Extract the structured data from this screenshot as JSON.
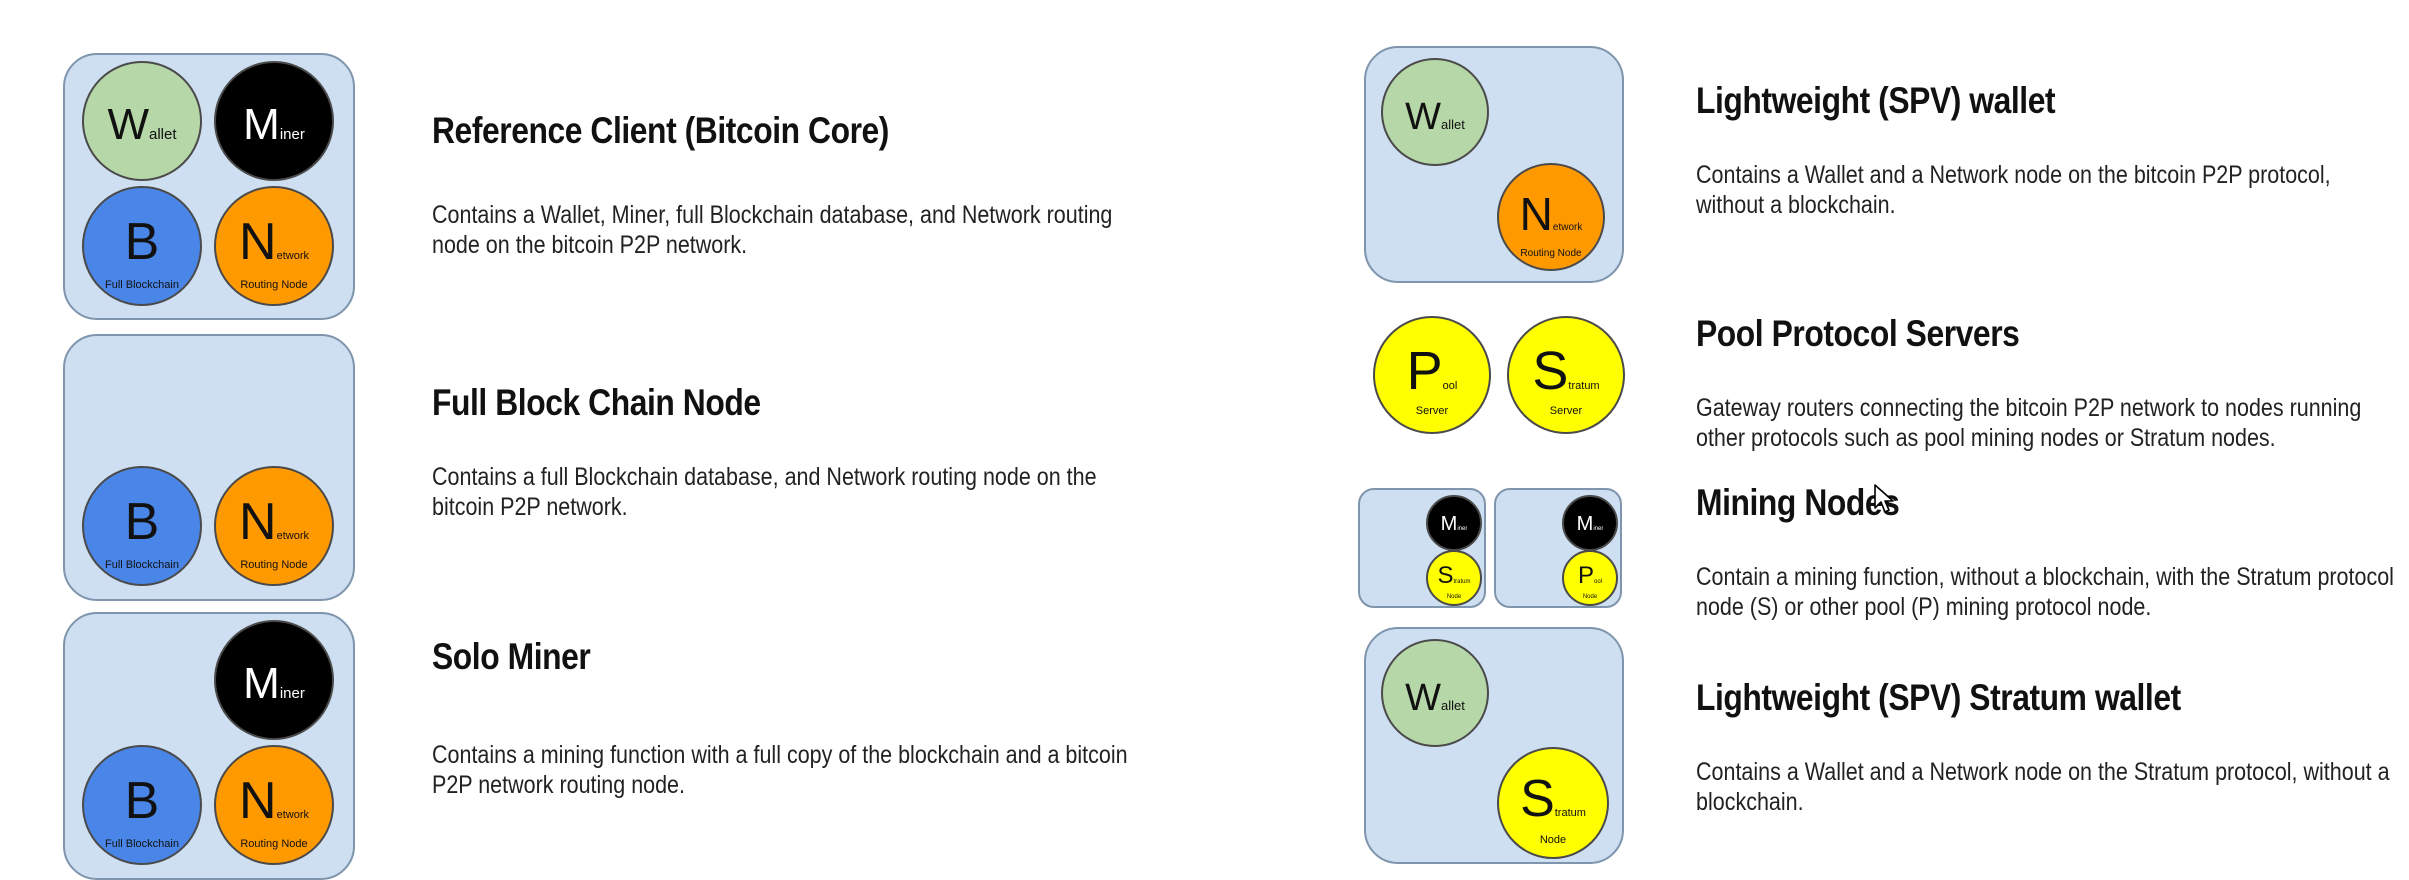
{
  "circles": {
    "wallet_letter": "W",
    "wallet_sub": "allet",
    "miner_letter": "M",
    "miner_sub": "iner",
    "block_letter": "B",
    "block_caption": "Full Blockchain",
    "network_letter": "N",
    "network_sub": "etwork",
    "network_caption": "Routing Node",
    "pool_letter": "P",
    "pool_sub": "ool",
    "pool_caption": "Server",
    "stratum_letter": "S",
    "stratum_sub": "tratum",
    "stratum_server_caption": "Server",
    "stratum_node_caption": "Node",
    "mining_m_sub": "iner",
    "mining_s_sub": "tratum",
    "mining_p_sub": "ool",
    "mining_node_caption": "Node"
  },
  "sections": {
    "reference": {
      "title": "Reference Client (Bitcoin Core)",
      "desc": [
        "Contains a Wallet, Miner, full Blockchain database, and Network routing",
        "node on the bitcoin P2P network."
      ]
    },
    "fullnode": {
      "title": "Full Block Chain Node",
      "desc": [
        "Contains a full Blockchain database, and Network routing node on the",
        "bitcoin P2P network."
      ]
    },
    "solominer": {
      "title": "Solo Miner",
      "desc": [
        "Contains a mining function with a full copy of the blockchain and a bitcoin",
        "P2P network routing node."
      ]
    },
    "spv": {
      "title": "Lightweight (SPV) wallet",
      "desc": [
        "Contains a Wallet and a Network node on the bitcoin P2P protocol,",
        "without a blockchain."
      ]
    },
    "pool": {
      "title": "Pool Protocol Servers",
      "desc": [
        "Gateway routers connecting the bitcoin P2P network to nodes running",
        "other protocols such as pool mining nodes or Stratum nodes."
      ]
    },
    "mining": {
      "title": "Mining Nodes",
      "desc": [
        "Contain a mining function, without a blockchain, with the Stratum protocol",
        "node (S) or other pool (P) mining protocol node."
      ]
    },
    "spvstratum": {
      "title": "Lightweight (SPV) Stratum wallet",
      "desc": [
        "Contains a Wallet and a Network node on the Stratum protocol, without a",
        "blockchain."
      ]
    }
  },
  "colors": {
    "box": "#cddff1",
    "wallet": "#b6d7a8",
    "miner": "#000000",
    "blockchain": "#4a86e8",
    "network": "#ff9900",
    "pool_stratum": "#ffff00"
  },
  "icons": [
    "mouse-pointer-icon"
  ]
}
